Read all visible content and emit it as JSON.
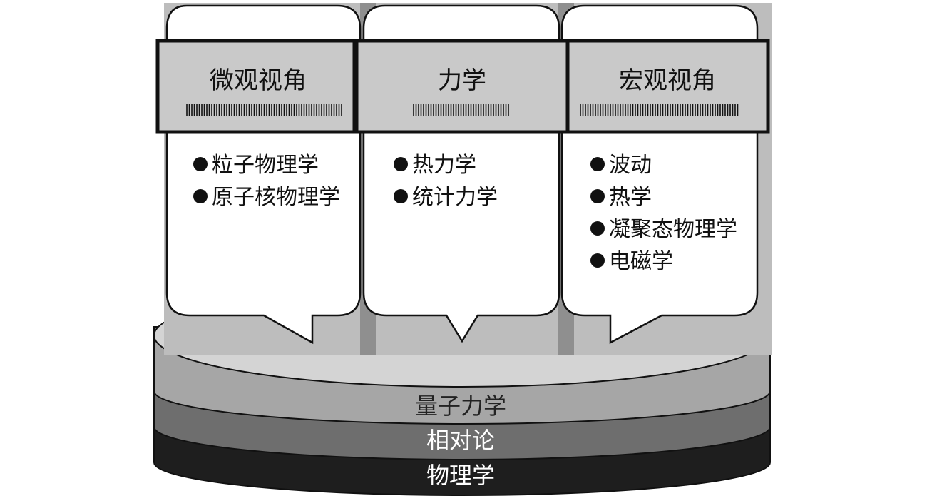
{
  "columns": [
    {
      "title": "微观视角",
      "items": [
        "粒子物理学",
        "原子核物理学"
      ]
    },
    {
      "title": "力学",
      "items": [
        "热力学",
        "统计力学"
      ]
    },
    {
      "title": "宏观视角",
      "items": [
        "波动",
        "热学",
        "凝聚态物理学",
        "电磁学"
      ]
    }
  ],
  "layers": [
    {
      "label": "量子力学",
      "fill": "#a6a6a6",
      "text_color": "#222222"
    },
    {
      "label": "相对论",
      "fill": "#6e6e6e",
      "text_color": "#ffffff"
    },
    {
      "label": "物理学",
      "fill": "#1e1e1e",
      "text_color": "#ffffff"
    }
  ],
  "colors": {
    "header_fill": "#c9c9c9",
    "back_panel": "#bdbdbd",
    "divider": "#8f8f8f",
    "top_face": "#d4d4d4",
    "bullet": "#111111"
  }
}
